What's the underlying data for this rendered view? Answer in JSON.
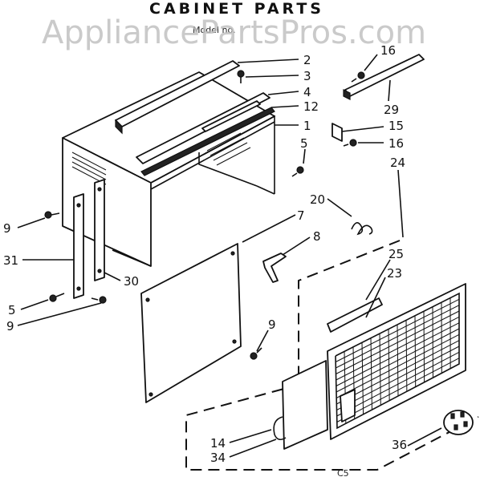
{
  "title": "CABINET PARTS",
  "subtitle": "Model no.",
  "watermark": "AppliancePartsPros.com",
  "footer_code": "C5",
  "callouts": {
    "c2": "2",
    "c3": "3",
    "c4": "4",
    "c12": "12",
    "c1": "1",
    "c16a": "16",
    "c29": "29",
    "c15": "15",
    "c16b": "16",
    "c5a": "5",
    "c24": "24",
    "c20": "20",
    "c7": "7",
    "c8": "8",
    "c9a": "9",
    "c31": "31",
    "c30": "30",
    "c5b": "5",
    "c9b": "9",
    "c25": "25",
    "c23": "23",
    "c9c": "9",
    "c14": "14",
    "c34": "34",
    "c36": "36"
  }
}
